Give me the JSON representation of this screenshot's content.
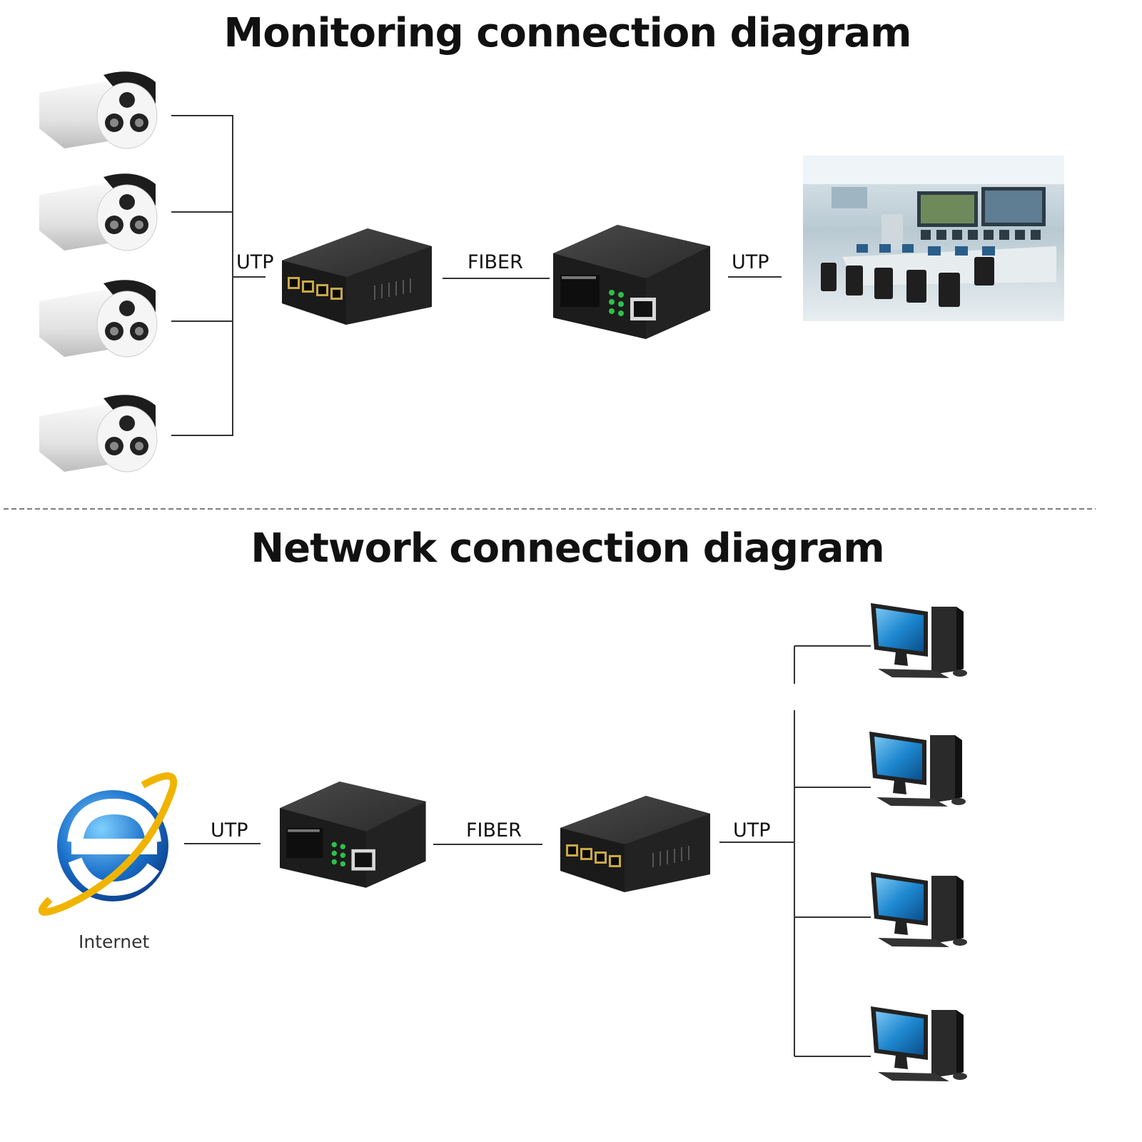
{
  "monitoring": {
    "title": "Monitoring connection diagram",
    "utp_left_label": "UTP",
    "fiber_label": "FIBER",
    "utp_right_label": "UTP",
    "cameras": [
      "camera",
      "camera",
      "camera",
      "camera"
    ],
    "control_room_icon": "monitoring-room-photo"
  },
  "network": {
    "title": "Network connection diagram",
    "internet_label": "Internet",
    "utp_left_label": "UTP",
    "fiber_label": "FIBER",
    "utp_right_label": "UTP",
    "computers": [
      "computer",
      "computer",
      "computer",
      "computer"
    ]
  },
  "colors": {
    "line": "#333333",
    "device": "#2b2b2b",
    "screen": "#1e88d0",
    "ie_blue": "#1a6fc9",
    "ie_gold": "#f0b400"
  }
}
